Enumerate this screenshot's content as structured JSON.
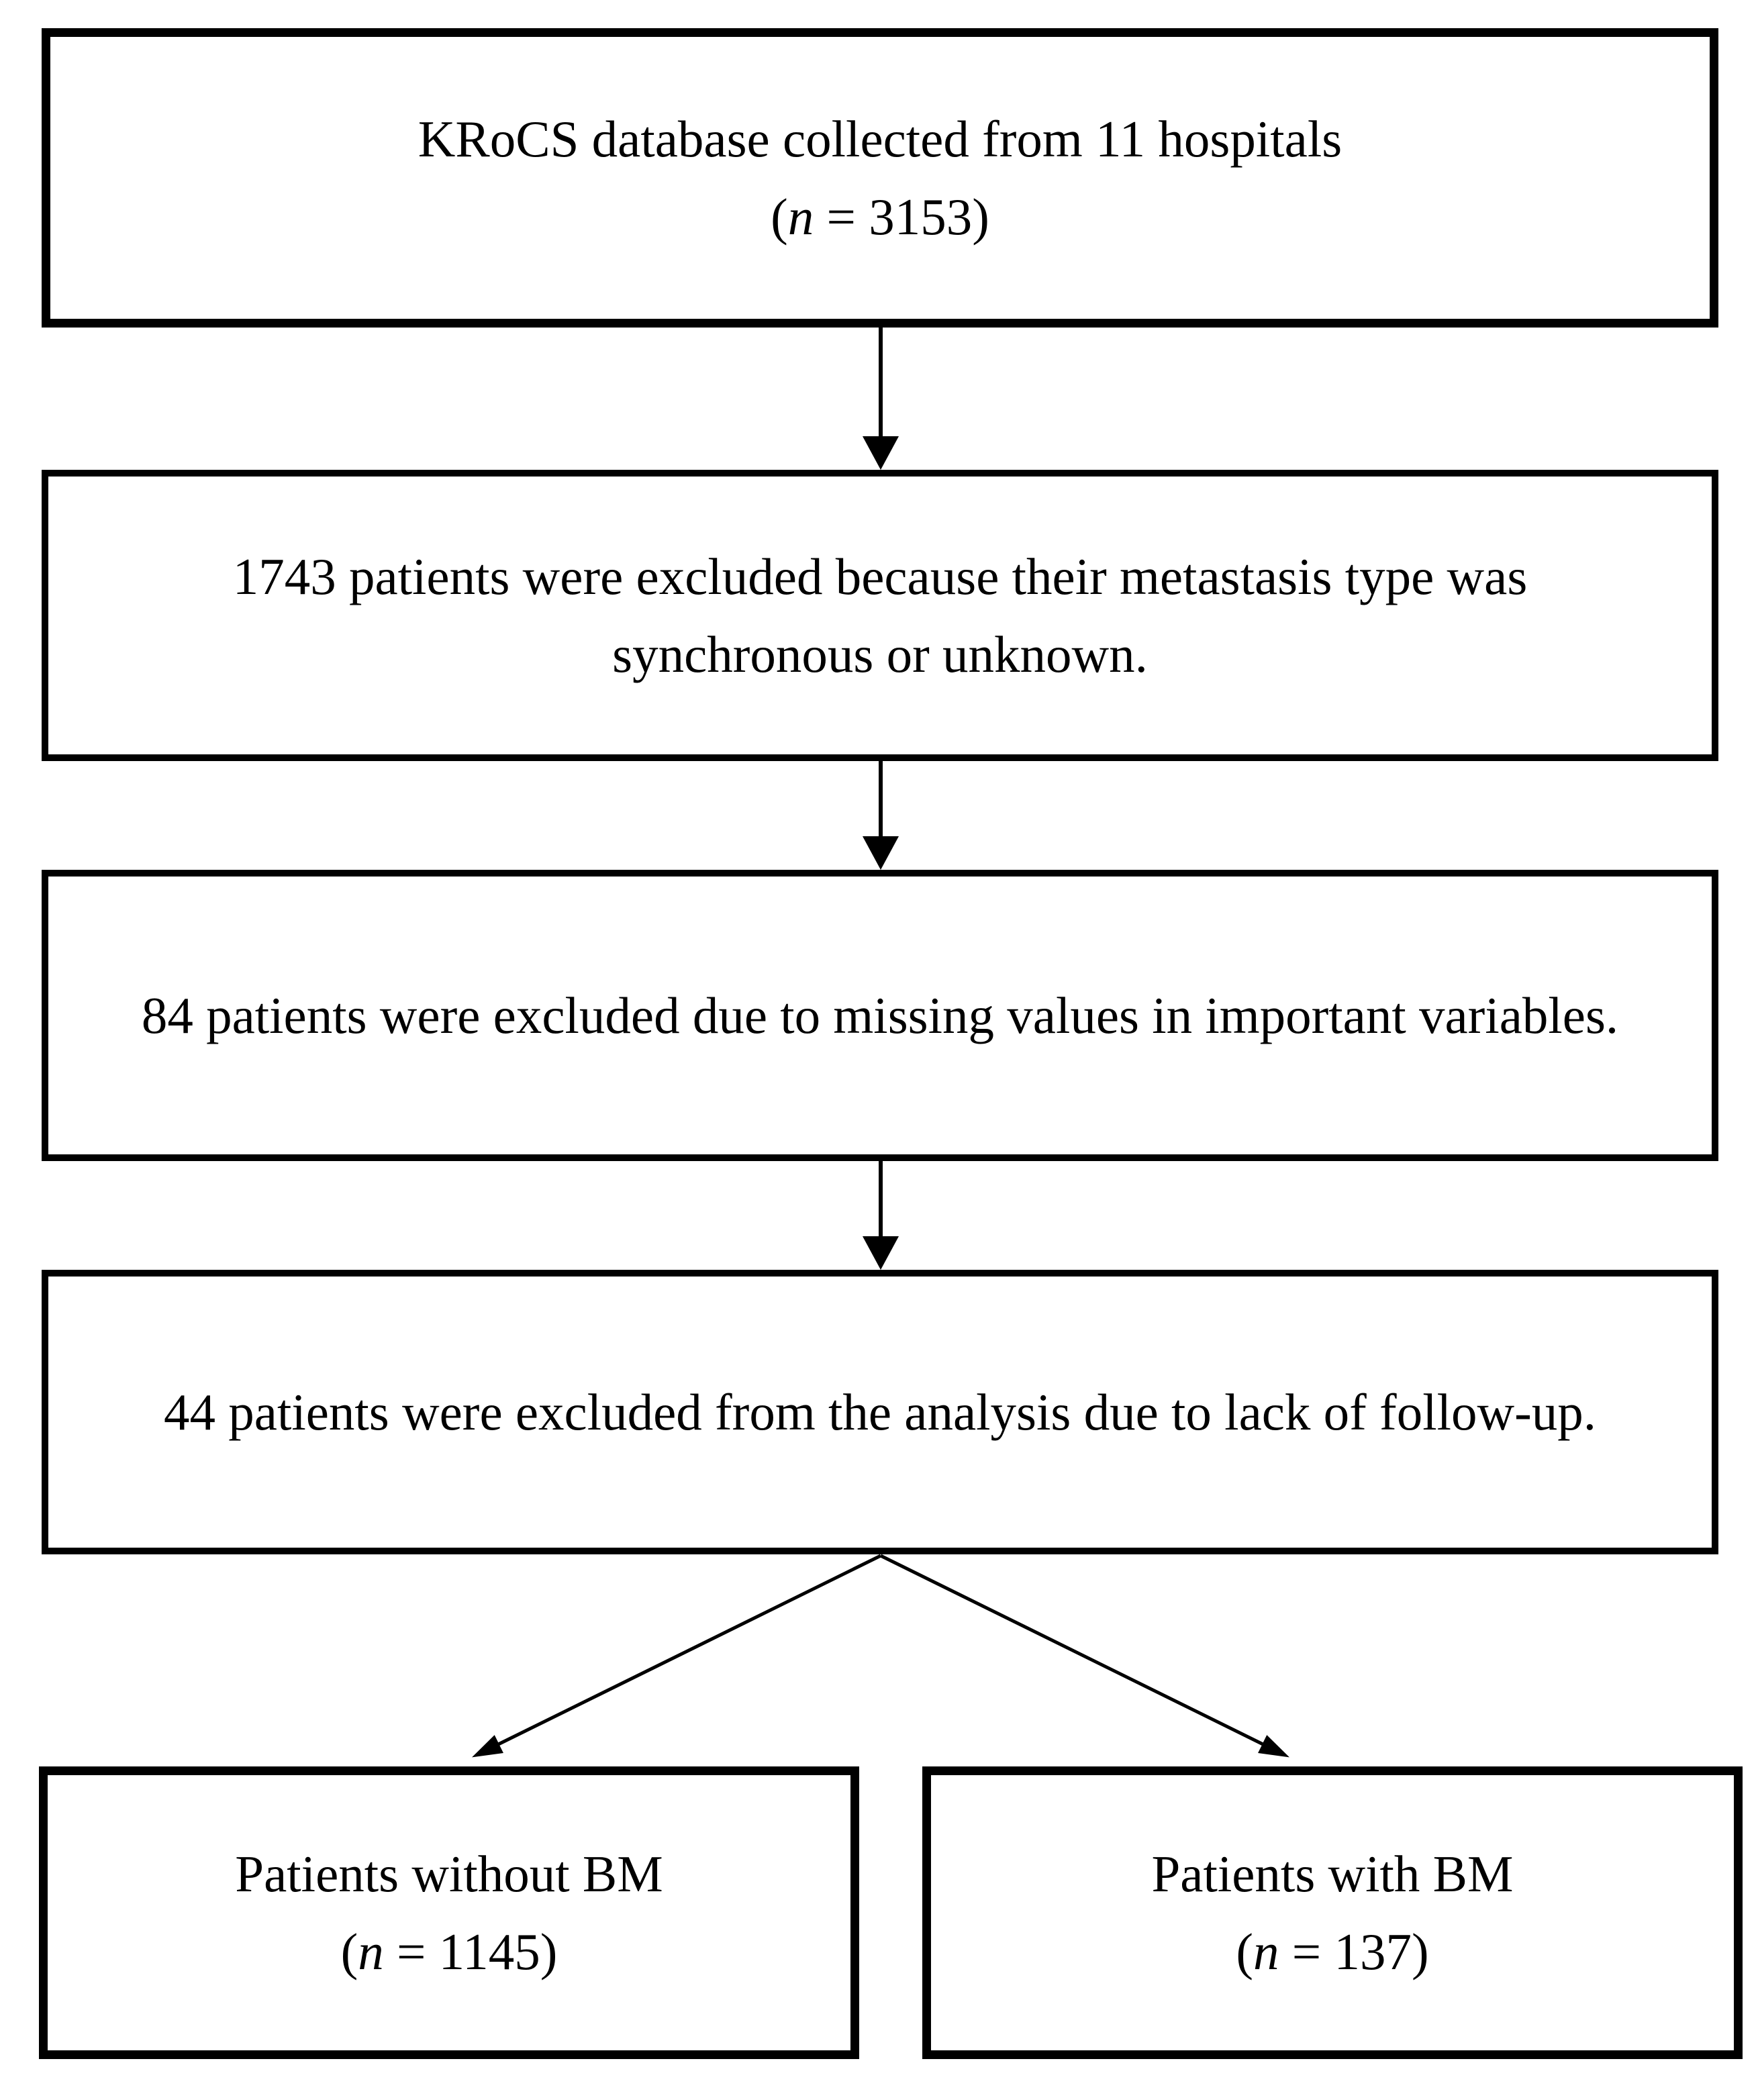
{
  "palette": {
    "ink": "#000000",
    "paper": "#ffffff"
  },
  "diagram": {
    "boxes": {
      "database": {
        "line1": "KRoCS database collected from 11 hospitals",
        "n_open": "(",
        "n_var": "n",
        "n_rest": " = 3153)"
      },
      "excluded_metastasis": {
        "line1": "1743 patients were excluded because their metastasis type was",
        "line2": "synchronous or unknown."
      },
      "excluded_missing": {
        "line1": "84 patients were excluded due to missing values in important variables."
      },
      "excluded_followup": {
        "line1": "44 patients were excluded from the analysis due to lack of follow-up."
      },
      "without_bm": {
        "line1": "Patients without BM",
        "n_open": "(",
        "n_var": "n",
        "n_rest": " = 1145)"
      },
      "with_bm": {
        "line1": "Patients with BM",
        "n_open": "(",
        "n_var": "n",
        "n_rest": " = 137)"
      }
    }
  }
}
